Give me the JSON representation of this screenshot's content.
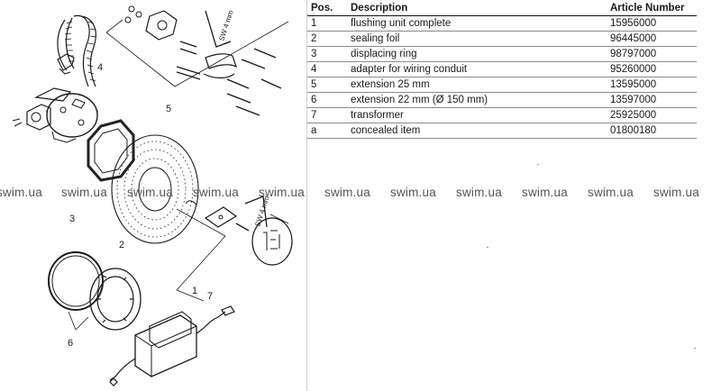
{
  "table": {
    "headers": {
      "pos": "Pos.",
      "description": "Description",
      "article": "Article Number"
    },
    "rows": [
      {
        "pos": "1",
        "description": "flushing unit complete",
        "article": "15956000"
      },
      {
        "pos": "2",
        "description": "sealing foil",
        "article": "96445000"
      },
      {
        "pos": "3",
        "description": "displacing ring",
        "article": "98797000"
      },
      {
        "pos": "4",
        "description": "adapter for wiring conduit",
        "article": "95260000"
      },
      {
        "pos": "5",
        "description": "extension 25 mm",
        "article": "13595000"
      },
      {
        "pos": "6",
        "description": "extension 22 mm (Ø 150 mm)",
        "article": "13597000"
      },
      {
        "pos": "7",
        "description": "transformer",
        "article": "25925000"
      },
      {
        "pos": "a",
        "description": "concealed item",
        "article": "01800180"
      }
    ]
  },
  "drawing": {
    "callouts": [
      "1",
      "2",
      "3",
      "4",
      "5",
      "6",
      "7"
    ],
    "tool_labels": [
      "SW 4 mm",
      "SW 4 mm"
    ]
  },
  "watermark": {
    "text": "swim.ua",
    "repeats": [
      "swim.ua",
      "swim.ua",
      "swim.ua",
      "swim.ua",
      "swim.ua",
      "swim.ua",
      "swim.ua",
      "swim.ua",
      "swim.ua",
      "swim.ua",
      "swim.ua"
    ]
  },
  "colors": {
    "line": "#1a1a1a",
    "rule": "#8c8c8c",
    "watermark": "#555555"
  }
}
